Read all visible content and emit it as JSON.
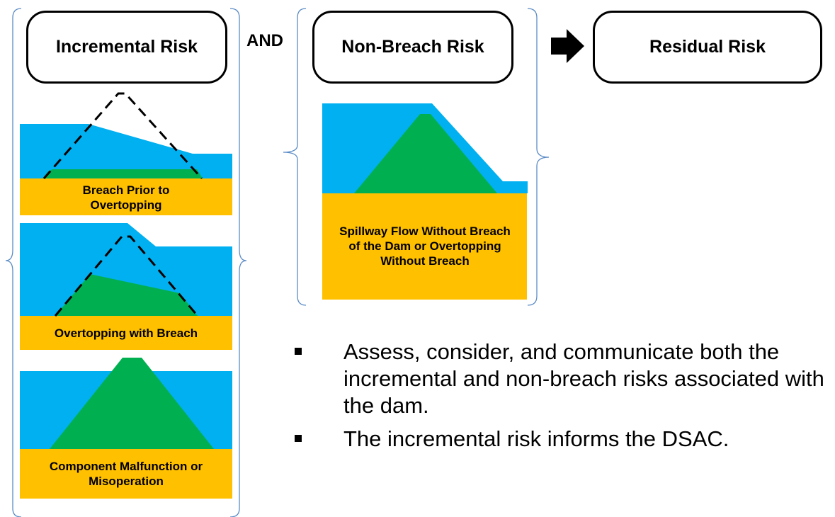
{
  "boxes": {
    "incremental_risk": "Incremental Risk",
    "non_breach_risk": "Non-Breach Risk",
    "residual_risk": "Residual Risk"
  },
  "connector": "AND",
  "scenarios": {
    "breach_prior": "Breach Prior to Overtopping",
    "overtopping_breach": "Overtopping with Breach",
    "component_malfunction": "Component Malfunction or Misoperation",
    "spillway_flow": "Spillway Flow Without Breach of the Dam or Overtopping Without Breach"
  },
  "bullets": [
    "Assess, consider, and communicate both the incremental and non-breach risks associated with the dam.",
    "The incremental risk informs the DSAC."
  ],
  "colors": {
    "water": "#00b0f0",
    "dam": "#00b050",
    "foundation": "#ffc000",
    "bracket": "#5b8bc5"
  }
}
